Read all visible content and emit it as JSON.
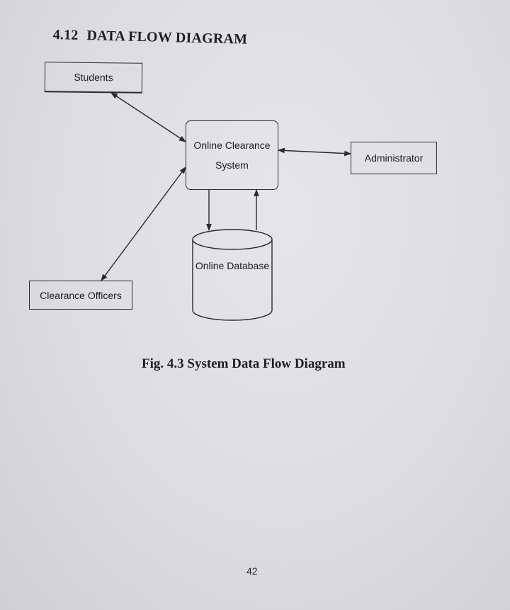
{
  "section": {
    "number": "4.12",
    "title": "DATA FLOW DIAGRAM"
  },
  "diagram": {
    "students": "Students",
    "system_line1": "Online Clearance",
    "system_line2": "System",
    "administrator": "Administrator",
    "database": "Online Database",
    "clearance_officers": "Clearance Officers"
  },
  "caption": "Fig. 4.3 System Data Flow Diagram",
  "page_number": "42"
}
